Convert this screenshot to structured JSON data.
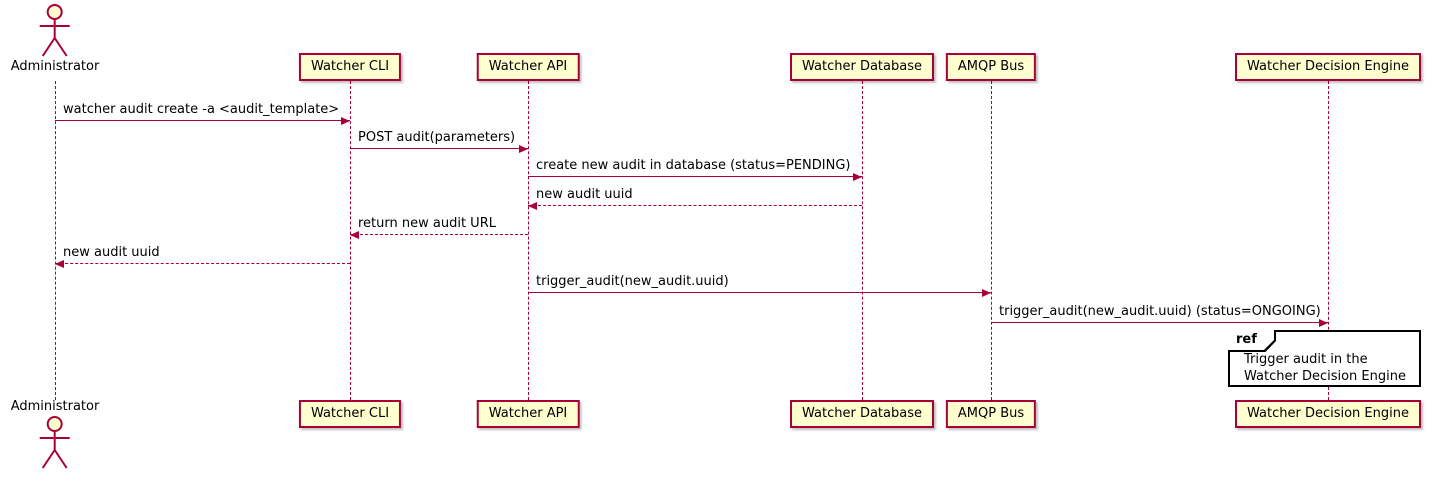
{
  "diagram": {
    "type": "sequence-diagram",
    "actor": {
      "name": "Administrator"
    },
    "participants": [
      {
        "name": "Watcher CLI"
      },
      {
        "name": "Watcher API"
      },
      {
        "name": "Watcher Database"
      },
      {
        "name": "AMQP Bus"
      },
      {
        "name": "Watcher Decision Engine"
      }
    ],
    "messages": [
      {
        "label": "watcher audit create -a <audit_template>",
        "from": "Administrator",
        "to": "Watcher CLI",
        "style": "solid"
      },
      {
        "label": "POST audit(parameters)",
        "from": "Watcher CLI",
        "to": "Watcher API",
        "style": "solid"
      },
      {
        "label": "create new audit in database (status=PENDING)",
        "from": "Watcher API",
        "to": "Watcher Database",
        "style": "solid"
      },
      {
        "label": "new audit uuid",
        "from": "Watcher Database",
        "to": "Watcher API",
        "style": "dashed"
      },
      {
        "label": "return new audit URL",
        "from": "Watcher API",
        "to": "Watcher CLI",
        "style": "dashed"
      },
      {
        "label": "new audit uuid",
        "from": "Watcher CLI",
        "to": "Administrator",
        "style": "dashed"
      },
      {
        "label": "trigger_audit(new_audit.uuid)",
        "from": "Watcher API",
        "to": "AMQP Bus",
        "style": "solid"
      },
      {
        "label": "trigger_audit(new_audit.uuid) (status=ONGOING)",
        "from": "AMQP Bus",
        "to": "Watcher Decision Engine",
        "style": "solid"
      }
    ],
    "ref": {
      "keyword": "ref",
      "lines": [
        "Trigger audit in the",
        "Watcher Decision Engine"
      ]
    },
    "colors": {
      "participant_background": "#FEFECE",
      "participant_border": "#A80036",
      "arrow": "#A80036",
      "lifeline": "#A80036",
      "ref_border": "#000000",
      "text": "#000000",
      "background": "#FFFFFF"
    }
  }
}
